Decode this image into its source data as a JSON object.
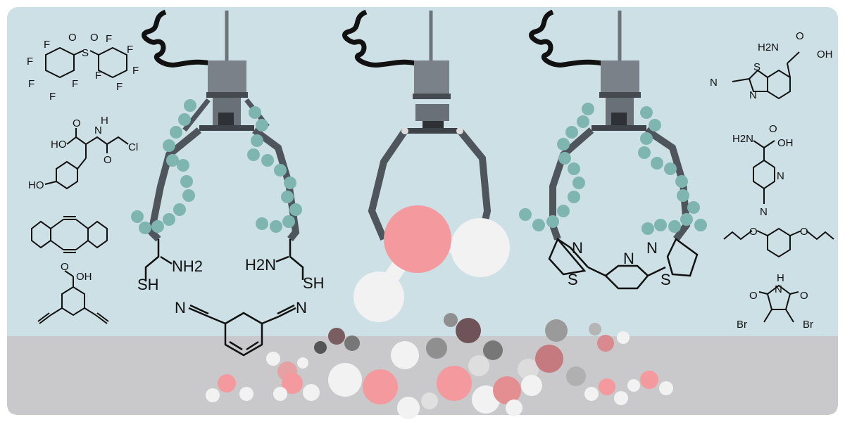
{
  "colors": {
    "water_bg": "#cde0e5",
    "floor": "#c9c8ca",
    "claw_dark": "#4f555c",
    "claw_body": "#7b8189",
    "bead": "#7fb5b0",
    "oxygen": "#f4999d",
    "hydrogen": "#f2f2f2",
    "gray_atom": "#8f8f8f",
    "dark_atom": "#6e5458"
  },
  "labels": {
    "left_claw_left": "SH",
    "left_claw_left_amine": "NH2",
    "left_claw_right": "SH",
    "left_claw_right_amine": "H2N",
    "linker_nitrile_left": "N",
    "linker_nitrile_right": "N",
    "right_claw_n_left": "N",
    "right_claw_s_left": "S",
    "right_claw_n_center": "N",
    "right_claw_n_right": "N",
    "right_claw_s_right": "S"
  },
  "left_reagents": {
    "sulfone_F": [
      "F",
      "F",
      "F",
      "F",
      "F",
      "F",
      "F",
      "F",
      "F",
      "F"
    ],
    "sulfone_S": "S",
    "sulfone_O1": "O",
    "sulfone_O2": "O",
    "tyr_HO": "HO",
    "tyr_O": "O",
    "tyr_N": "N",
    "tyr_H": "H",
    "tyr_O2": "O",
    "tyr_Cl": "Cl",
    "tyr_phenol": "HO",
    "acid_OH": "OH",
    "acid_O": "O"
  },
  "right_reagents": {
    "cbt_NH2": "H2N",
    "cbt_OH": "OH",
    "cbt_O": "O",
    "cbt_N_ring": "N",
    "cbt_S": "S",
    "cbt_N_nitrile": "N",
    "pyr_NH2": "H2N",
    "pyr_OH": "OH",
    "pyr_O": "O",
    "pyr_N": "N",
    "pyr_N_nitrile": "N",
    "ether_O1": "O",
    "ether_O2": "O",
    "mal_H": "H",
    "mal_N": "N",
    "mal_O1": "O",
    "mal_O2": "O",
    "mal_Br1": "Br",
    "mal_Br2": "Br"
  }
}
